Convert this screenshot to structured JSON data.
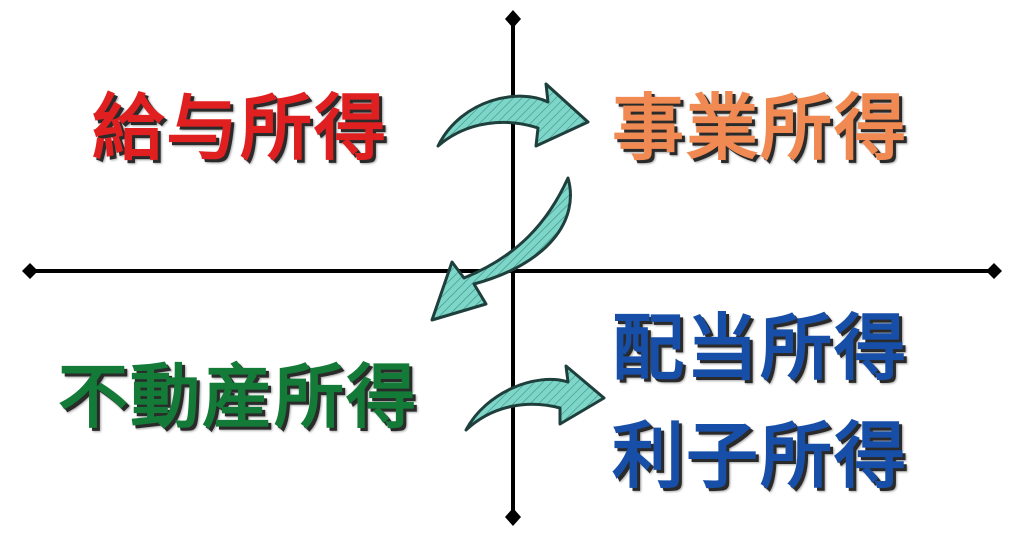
{
  "quadrants": {
    "top_left": {
      "label": "給与所得",
      "color": "#e02020"
    },
    "top_right": {
      "label": "事業所得",
      "color": "#f08a52"
    },
    "bottom_left": {
      "label": "不動産所得",
      "color": "#137a37"
    },
    "bottom_right": {
      "labels": [
        "配当所得",
        "利子所得"
      ],
      "color": "#174fa8"
    }
  },
  "colors": {
    "axis": "#000000",
    "arrow_fill": "#7ed6c9",
    "arrow_stroke": "#1f3f3c",
    "text_shadow": "#2a2a2a"
  }
}
